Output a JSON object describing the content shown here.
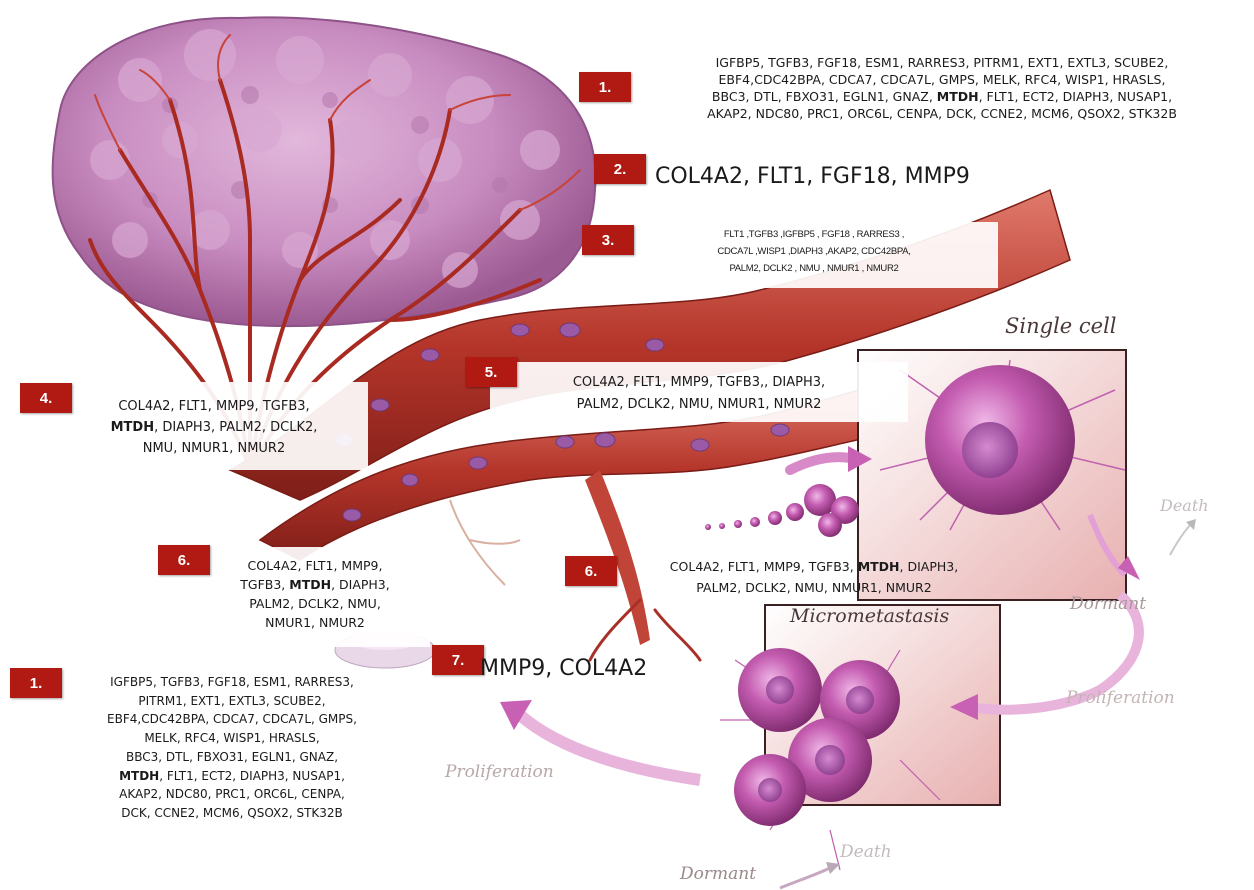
{
  "stages": {
    "single_cell": "Single cell",
    "micrometastasis": "Micrometastasis",
    "dormant_right": "Dormant",
    "death_right": "Death",
    "proliferation_right": "Proliferation",
    "proliferation_left": "Proliferation",
    "dormant_bottom": "Dormant",
    "death_bottom": "Death"
  },
  "badges": {
    "b1_top": "1.",
    "b2": "2.",
    "b3": "3.",
    "b4": "4.",
    "b5": "5.",
    "b6_left": "6.",
    "b6_right": "6.",
    "b7": "7.",
    "b1_bottom": "1."
  },
  "genes": {
    "g1_top": {
      "l1": "IGFBP5, TGFB3, FGF18, ESM1, RARRES3, PITRM1, EXT1, EXTL3, SCUBE2,",
      "l2": "EBF4,CDC42BPA, CDCA7, CDCA7L, GMPS, MELK, RFC4, WISP1, HRASLS,",
      "l3a": "BBC3, DTL, FBXO31, EGLN1, GNAZ, ",
      "l3b": "MTDH",
      "l3c": ", FLT1, ECT2, DIAPH3, NUSAP1,",
      "l4": "AKAP2, NDC80, PRC1, ORC6L, CENPA, DCK, CCNE2, MCM6, QSOX2, STK32B"
    },
    "g2": "COL4A2, FLT1, FGF18, MMP9",
    "g3": {
      "l1": "FLT1 ,TGFB3 ,IGFBP5 , FGF18 , RARRES3 ,",
      "l2": "CDCA7L ,WISP1 ,DIAPH3 ,AKAP2, CDC42BPA,",
      "l3": "PALM2, DCLK2 , NMU , NMUR1 , NMUR2"
    },
    "g4": {
      "l1": "COL4A2, FLT1, MMP9, TGFB3,",
      "l2a": "MTDH",
      "l2b": ", DIAPH3, PALM2, DCLK2,",
      "l3": "NMU, NMUR1, NMUR2"
    },
    "g5": {
      "l1": "COL4A2, FLT1, MMP9, TGFB3,, DIAPH3,",
      "l2": "PALM2, DCLK2, NMU, NMUR1, NMUR2"
    },
    "g6_left": {
      "l1": "COL4A2, FLT1, MMP9,",
      "l2a": "TGFB3, ",
      "l2b": "MTDH",
      "l2c": ", DIAPH3,",
      "l3": "PALM2, DCLK2, NMU,",
      "l4": "NMUR1, NMUR2"
    },
    "g6_right": {
      "l1a": "COL4A2, FLT1, MMP9, TGFB3, ",
      "l1b": "MTDH",
      "l1c": ", DIAPH3,",
      "l2": "PALM2, DCLK2, NMU, NMUR1, NMUR2"
    },
    "g7": "MMP9, COL4A2",
    "g1_bottom": {
      "l1": "IGFBP5, TGFB3, FGF18, ESM1, RARRES3,",
      "l2": "PITRM1, EXT1, EXTL3, SCUBE2,",
      "l3": "EBF4,CDC42BPA, CDCA7, CDCA7L, GMPS,",
      "l4": "MELK, RFC4, WISP1, HRASLS,",
      "l5": "BBC3, DTL, FBXO31, EGLN1, GNAZ,",
      "l6a": "MTDH",
      "l6b": ", FLT1, ECT2, DIAPH3, NUSAP1,",
      "l7": "AKAP2, NDC80, PRC1, ORC6L, CENPA,",
      "l8": "DCK, CCNE2, MCM6, QSOX2, STK32B"
    }
  },
  "colors": {
    "badge": "#b01a12",
    "tumor": "#c88cc0",
    "vessel": "#b5352a",
    "cell": "#b04a9a",
    "stage_text": "#b8a8a8"
  }
}
